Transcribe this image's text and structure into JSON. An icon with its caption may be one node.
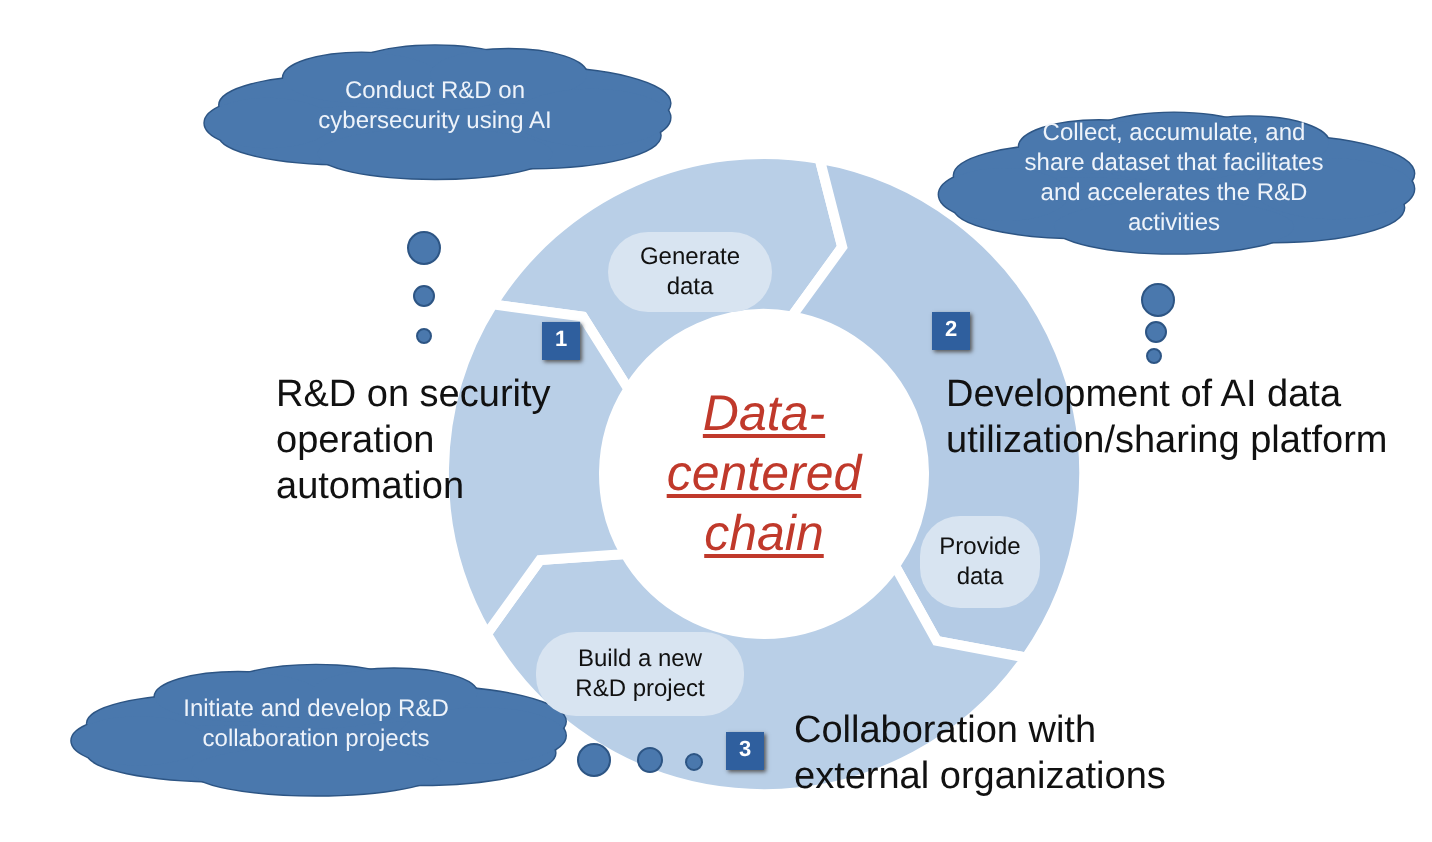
{
  "diagram": {
    "nodes": [
      {
        "text": [
          "Conduct R&D on cybersecurity using AI"
        ]
      },
      {
        "text": [
          "Collect, accumulate, and share dataset that facilitates and accelerates the R&D activities"
        ]
      },
      {
        "text": [
          "Initiate and develop R&D collaboration projects"
        ]
      },
      {
        "text": [
          "Data-centered chain"
        ]
      },
      {
        "text": [
          "Generate data"
        ]
      },
      {
        "text": [
          "Provide data"
        ]
      },
      {
        "text": [
          "Build a new R&D project"
        ]
      }
    ],
    "labels": [
      "1",
      "R&D on security operation automation",
      "2",
      "Development of AI data utilization/sharing platform",
      "3",
      "Collaboration with external organizations"
    ]
  }
}
